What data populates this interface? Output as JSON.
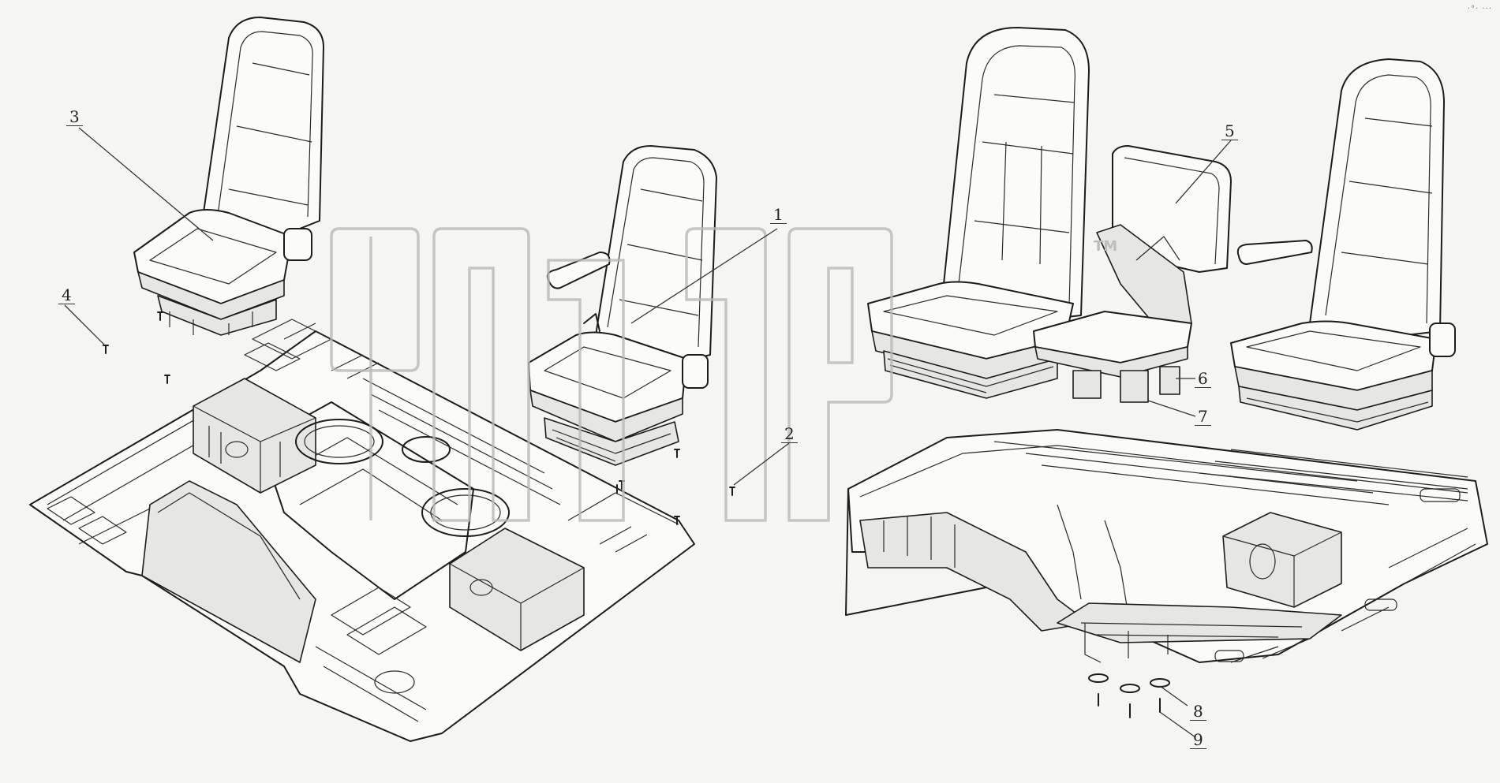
{
  "diagram": {
    "callouts": {
      "c1": "1",
      "c2": "2",
      "c3": "3",
      "c4": "4",
      "c5": "5",
      "c6": "6",
      "c7": "7",
      "c8": "8",
      "c9": "9"
    },
    "watermark": {
      "trademark": "TM"
    },
    "corner_mark": "·°· ···"
  },
  "colors": {
    "background": "#f5f6f2",
    "line": "#1c1c1c",
    "watermark": "#b9b9b9"
  }
}
